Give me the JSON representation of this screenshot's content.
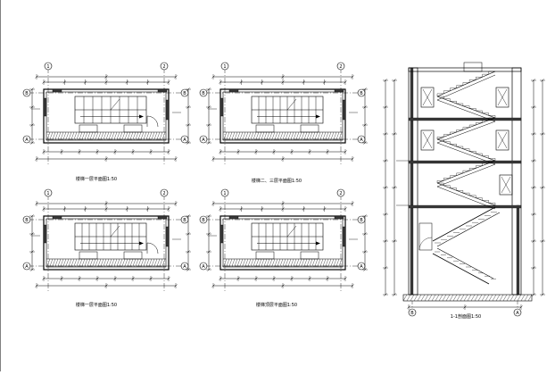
{
  "sheet": {
    "background": "#ffffff",
    "line_color": "#000000",
    "wall_fill": "#3a3a3a",
    "dim_color": "#222222"
  },
  "drawings": [
    {
      "id": "plan-1",
      "kind": "floor-plan",
      "caption": "楼梯一层平面图1:50",
      "grid_marks_left": [
        "B",
        "A"
      ],
      "grid_marks_top": [
        "1",
        "2"
      ],
      "stair_treads": 8,
      "has_door": true
    },
    {
      "id": "plan-2",
      "kind": "floor-plan",
      "caption": "楼梯二、三层平面图1:50",
      "grid_marks_left": [
        "B",
        "A"
      ],
      "grid_marks_top": [
        "1",
        "2"
      ],
      "stair_treads": 10,
      "has_door": false
    },
    {
      "id": "plan-3",
      "kind": "floor-plan",
      "caption": "楼梯一层平面图1:50",
      "grid_marks_left": [
        "B",
        "A"
      ],
      "grid_marks_top": [
        "1",
        "2"
      ],
      "stair_treads": 10,
      "has_door": true
    },
    {
      "id": "plan-4",
      "kind": "floor-plan",
      "caption": "楼梯顶层平面图1:50",
      "grid_marks_left": [
        "B",
        "A"
      ],
      "grid_marks_top": [
        "1",
        "2"
      ],
      "stair_treads": 10,
      "has_door": false
    },
    {
      "id": "section-1",
      "kind": "section",
      "caption": "1-1剖面图1:50",
      "grid_marks_bottom": [
        "B",
        "A"
      ],
      "flights": 6
    }
  ]
}
